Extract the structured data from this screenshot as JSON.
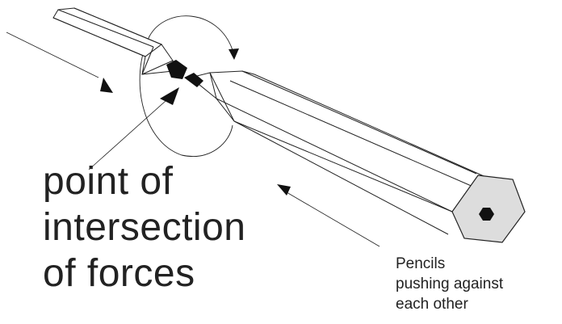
{
  "labels": {
    "point_line1": "point of",
    "point_line2": "intersection",
    "point_line3": "of forces",
    "pencils_line1": "Pencils",
    "pencils_line2": "pushing against",
    "pencils_line3": "each other"
  },
  "colors": {
    "ink": "#222222",
    "pencil_end_fill": "#dddddd",
    "background": "#ffffff"
  }
}
